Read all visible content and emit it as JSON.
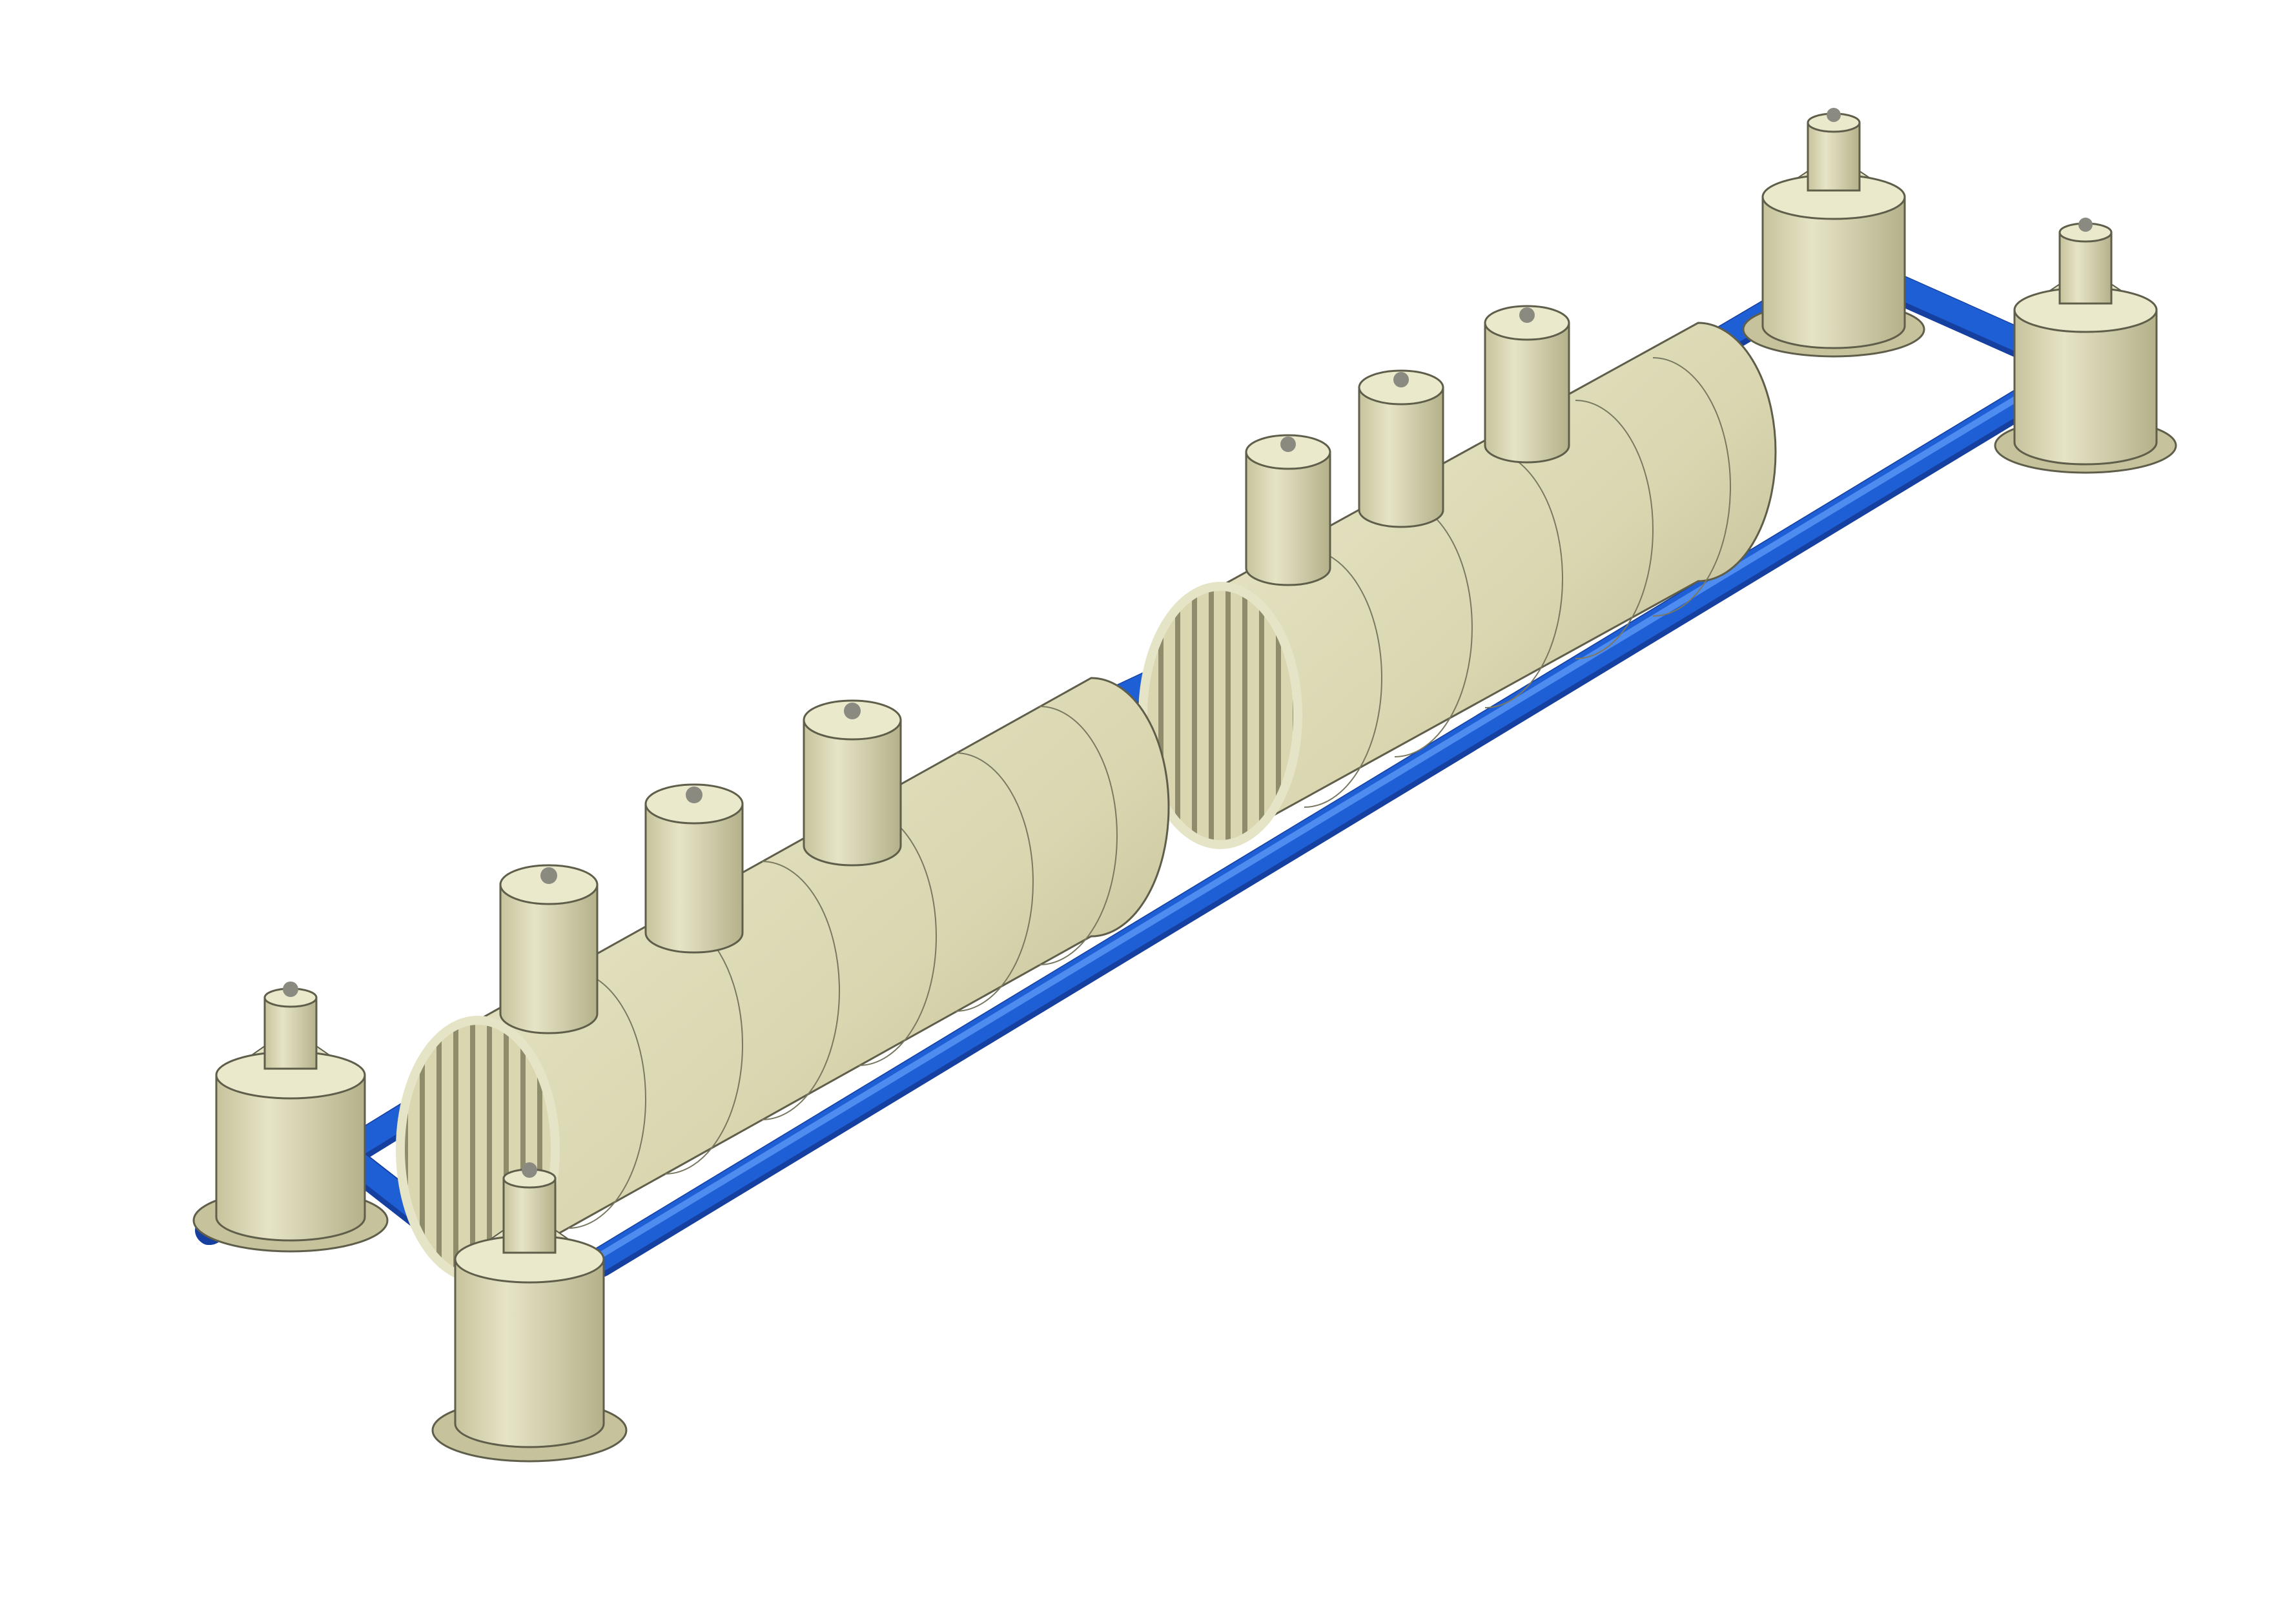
{
  "colors": {
    "background": "#ffffff",
    "tank_body": "#d9d6b0",
    "tank_shade": "#b4b18a",
    "tank_light": "#ebe9cc",
    "tank_outline": "#5f5e4a",
    "pipe": "#1f5fd6",
    "pipe_dark": "#1540a0",
    "pipe_light": "#4f8cf0",
    "cap_knob": "#8a8a80"
  },
  "scene": {
    "subject": "3d-render-underground-tank-and-well-assembly",
    "tanks": [
      {
        "name": "tank-left",
        "risers": 3
      },
      {
        "name": "tank-right",
        "risers": 3
      }
    ],
    "wells": [
      {
        "name": "well-front-left"
      },
      {
        "name": "well-front-center"
      },
      {
        "name": "well-back-right"
      },
      {
        "name": "well-far-right"
      }
    ],
    "pipes": [
      {
        "name": "pipe-left-inlet"
      },
      {
        "name": "pipe-left-cross"
      },
      {
        "name": "pipe-tank-link"
      },
      {
        "name": "pipe-right-link"
      },
      {
        "name": "pipe-right-cross"
      },
      {
        "name": "pipe-long-return"
      },
      {
        "name": "pipe-left-stub"
      }
    ]
  }
}
